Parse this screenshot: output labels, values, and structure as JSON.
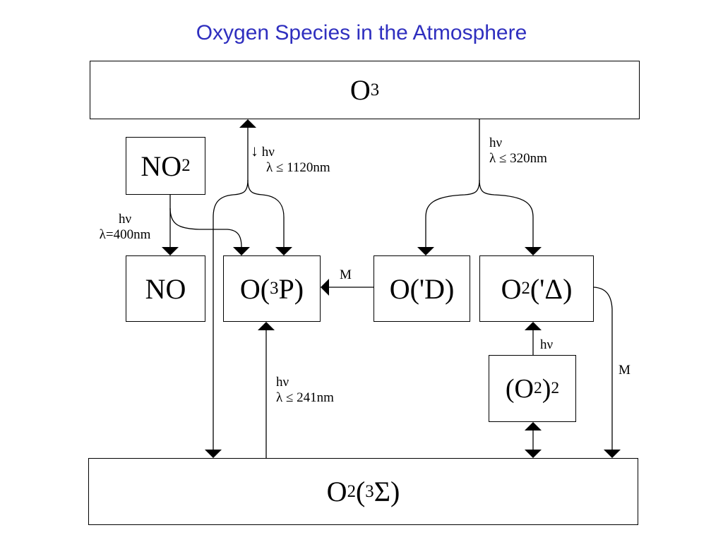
{
  "title": "Oxygen Species in the Atmosphere",
  "colors": {
    "title": "#2f2fbf",
    "lines": "#000000"
  },
  "species": {
    "o3": {
      "base": "O",
      "sub": "3"
    },
    "no2": {
      "base": "NO",
      "sub": "2"
    },
    "no": {
      "text": "NO"
    },
    "o3p": {
      "pre": "O(",
      "sup": "3",
      "post": "P)"
    },
    "o1d": {
      "text": "O('D)"
    },
    "o2_delta": {
      "base": "O",
      "sub": "2",
      "post": "('Δ)"
    },
    "o2_dimer": {
      "pre": "(O",
      "sub": "2",
      "mid": ")",
      "sub2": "2"
    },
    "o2_sigma": {
      "base": "O",
      "sub": "2",
      "pre": "(",
      "sup": "3",
      "post": "Σ)"
    }
  },
  "labels": {
    "o3_photolysis_long": {
      "arrow": "↓",
      "hv": "hν",
      "lambda": "λ ≤ 1120nm"
    },
    "o3_photolysis_short": {
      "hv": "hν",
      "lambda": "λ ≤ 320nm"
    },
    "no2_photolysis": {
      "hv": "hν",
      "lambda": "λ=400nm"
    },
    "quench_o1d": "M",
    "o2_photolysis": {
      "hv": "hν",
      "lambda": "λ ≤ 241nm"
    },
    "dimer_photolysis": "hν",
    "quench_delta": "M"
  }
}
